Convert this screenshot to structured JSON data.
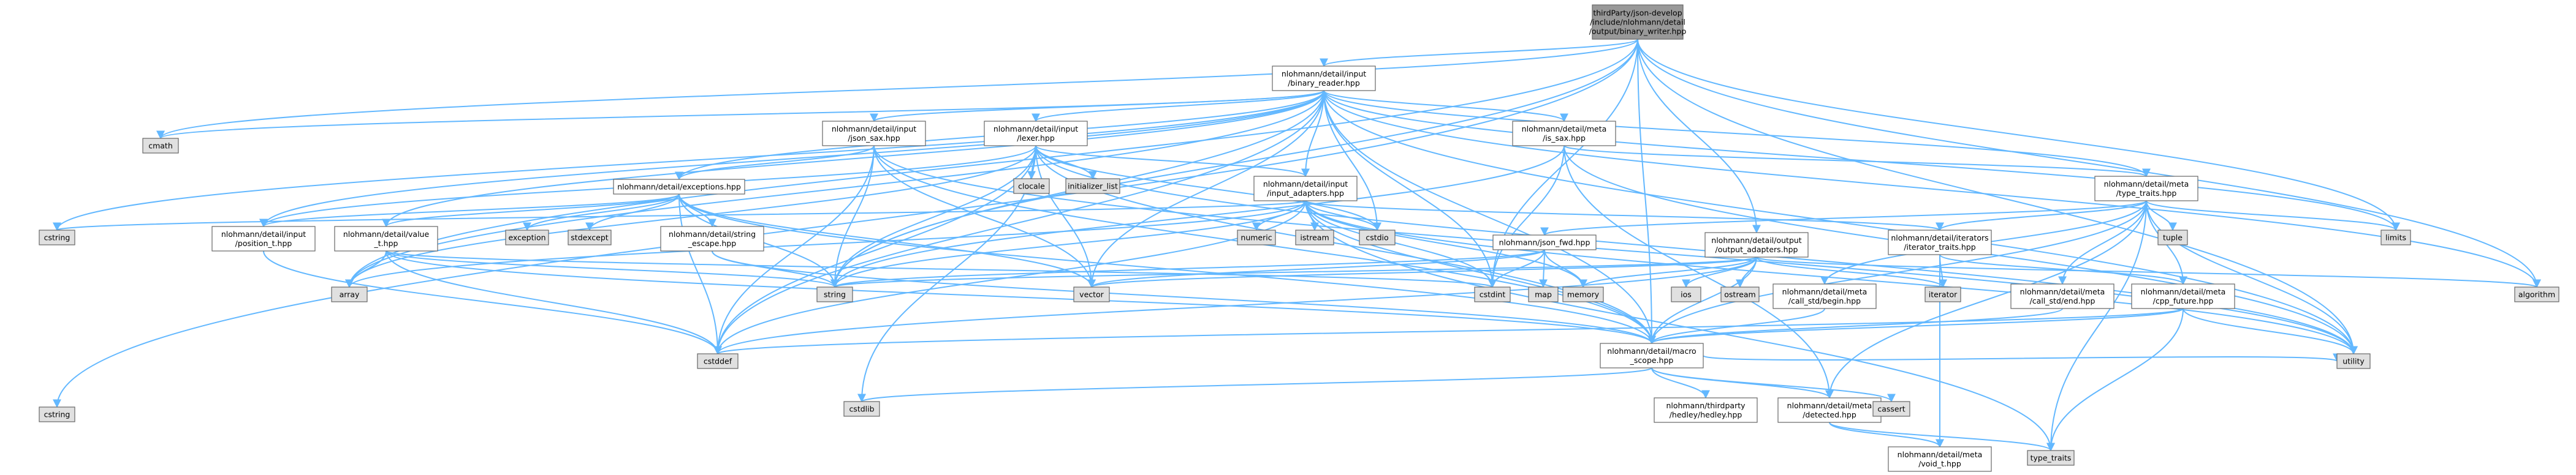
{
  "colors": {
    "edge": "#63b8ff",
    "node_fill": "#ffffff",
    "system_fill": "#e0e0e0",
    "root_fill": "#999999",
    "border": "#666666"
  },
  "nodes": [
    {
      "id": "root",
      "lines": [
        "thirdParty/json-develop",
        "/include/nlohmann/detail",
        "/output/binary_writer.hpp"
      ],
      "kind": "root"
    },
    {
      "id": "binary_reader",
      "lines": [
        "nlohmann/detail/input",
        "/binary_reader.hpp"
      ],
      "kind": "file"
    },
    {
      "id": "cmath",
      "lines": [
        "cmath"
      ],
      "kind": "system"
    },
    {
      "id": "cstring",
      "lines": [
        "cstring"
      ],
      "kind": "system"
    },
    {
      "id": "json_sax",
      "lines": [
        "nlohmann/detail/input",
        "/json_sax.hpp"
      ],
      "kind": "file"
    },
    {
      "id": "lexer",
      "lines": [
        "nlohmann/detail/input",
        "/lexer.hpp"
      ],
      "kind": "file"
    },
    {
      "id": "is_sax",
      "lines": [
        "nlohmann/detail/meta",
        "/is_sax.hpp"
      ],
      "kind": "file"
    },
    {
      "id": "exceptions",
      "lines": [
        "nlohmann/detail/exceptions.hpp"
      ],
      "kind": "file"
    },
    {
      "id": "clocale",
      "lines": [
        "clocale"
      ],
      "kind": "system"
    },
    {
      "id": "initializer_list",
      "lines": [
        "initializer_list"
      ],
      "kind": "system"
    },
    {
      "id": "input_adapters",
      "lines": [
        "nlohmann/detail/input",
        "/input_adapters.hpp"
      ],
      "kind": "file"
    },
    {
      "id": "type_traits_hpp",
      "lines": [
        "nlohmann/detail/meta",
        "/type_traits.hpp"
      ],
      "kind": "file"
    },
    {
      "id": "cstring2",
      "lines": [
        "cstring"
      ],
      "kind": "system"
    },
    {
      "id": "position_t",
      "lines": [
        "nlohmann/detail/input",
        "/position_t.hpp"
      ],
      "kind": "file"
    },
    {
      "id": "value_t",
      "lines": [
        "nlohmann/detail/value",
        "_t.hpp"
      ],
      "kind": "file"
    },
    {
      "id": "exception",
      "lines": [
        "exception"
      ],
      "kind": "system"
    },
    {
      "id": "stdexcept",
      "lines": [
        "stdexcept"
      ],
      "kind": "system"
    },
    {
      "id": "string_escape",
      "lines": [
        "nlohmann/detail/string",
        "_escape.hpp"
      ],
      "kind": "file"
    },
    {
      "id": "numeric",
      "lines": [
        "numeric"
      ],
      "kind": "system"
    },
    {
      "id": "istream",
      "lines": [
        "istream"
      ],
      "kind": "system"
    },
    {
      "id": "cstdio",
      "lines": [
        "cstdio"
      ],
      "kind": "system"
    },
    {
      "id": "json_fwd",
      "lines": [
        "nlohmann/json_fwd.hpp"
      ],
      "kind": "file"
    },
    {
      "id": "output_adapters",
      "lines": [
        "nlohmann/detail/output",
        "/output_adapters.hpp"
      ],
      "kind": "file"
    },
    {
      "id": "iterator_traits",
      "lines": [
        "nlohmann/detail/iterators",
        "/iterator_traits.hpp"
      ],
      "kind": "file"
    },
    {
      "id": "tuple",
      "lines": [
        "tuple"
      ],
      "kind": "system"
    },
    {
      "id": "limits",
      "lines": [
        "limits"
      ],
      "kind": "system"
    },
    {
      "id": "array",
      "lines": [
        "array"
      ],
      "kind": "system"
    },
    {
      "id": "string",
      "lines": [
        "string"
      ],
      "kind": "system"
    },
    {
      "id": "vector",
      "lines": [
        "vector"
      ],
      "kind": "system"
    },
    {
      "id": "cstdint",
      "lines": [
        "cstdint"
      ],
      "kind": "system"
    },
    {
      "id": "map",
      "lines": [
        "map"
      ],
      "kind": "system"
    },
    {
      "id": "memory",
      "lines": [
        "memory"
      ],
      "kind": "system"
    },
    {
      "id": "ios",
      "lines": [
        "ios"
      ],
      "kind": "system"
    },
    {
      "id": "ostream",
      "lines": [
        "ostream"
      ],
      "kind": "system"
    },
    {
      "id": "call_std_begin",
      "lines": [
        "nlohmann/detail/meta",
        "/call_std/begin.hpp"
      ],
      "kind": "file"
    },
    {
      "id": "iterator",
      "lines": [
        "iterator"
      ],
      "kind": "system"
    },
    {
      "id": "call_std_end",
      "lines": [
        "nlohmann/detail/meta",
        "/call_std/end.hpp"
      ],
      "kind": "file"
    },
    {
      "id": "cpp_future",
      "lines": [
        "nlohmann/detail/meta",
        "/cpp_future.hpp"
      ],
      "kind": "file"
    },
    {
      "id": "algorithm",
      "lines": [
        "algorithm"
      ],
      "kind": "system"
    },
    {
      "id": "cstddef",
      "lines": [
        "cstddef"
      ],
      "kind": "system"
    },
    {
      "id": "macro_scope",
      "lines": [
        "nlohmann/detail/macro",
        "_scope.hpp"
      ],
      "kind": "file"
    },
    {
      "id": "utility",
      "lines": [
        "utility"
      ],
      "kind": "system"
    },
    {
      "id": "cstdlib",
      "lines": [
        "cstdlib"
      ],
      "kind": "system"
    },
    {
      "id": "hedley",
      "lines": [
        "nlohmann/thirdparty",
        "/hedley/hedley.hpp"
      ],
      "kind": "file"
    },
    {
      "id": "detected",
      "lines": [
        "nlohmann/detail/meta",
        "/detected.hpp"
      ],
      "kind": "file"
    },
    {
      "id": "cassert",
      "lines": [
        "cassert"
      ],
      "kind": "system"
    },
    {
      "id": "void_t",
      "lines": [
        "nlohmann/detail/meta",
        "/void_t.hpp"
      ],
      "kind": "file"
    },
    {
      "id": "type_traits_sys",
      "lines": [
        "type_traits"
      ],
      "kind": "system"
    }
  ],
  "edges": [
    [
      "root",
      "binary_reader"
    ],
    [
      "root",
      "output_adapters"
    ],
    [
      "root",
      "cmath"
    ],
    [
      "root",
      "cstring"
    ],
    [
      "root",
      "array"
    ],
    [
      "root",
      "string"
    ],
    [
      "root",
      "cstdint"
    ],
    [
      "root",
      "limits"
    ],
    [
      "root",
      "algorithm"
    ],
    [
      "root",
      "utility"
    ],
    [
      "root",
      "macro_scope"
    ],
    [
      "binary_reader",
      "cmath"
    ],
    [
      "binary_reader",
      "cstring2"
    ],
    [
      "binary_reader",
      "json_sax"
    ],
    [
      "binary_reader",
      "lexer"
    ],
    [
      "binary_reader",
      "is_sax"
    ],
    [
      "binary_reader",
      "exceptions"
    ],
    [
      "binary_reader",
      "input_adapters"
    ],
    [
      "binary_reader",
      "type_traits_hpp"
    ],
    [
      "binary_reader",
      "value_t"
    ],
    [
      "binary_reader",
      "position_t"
    ],
    [
      "binary_reader",
      "array"
    ],
    [
      "binary_reader",
      "string"
    ],
    [
      "binary_reader",
      "vector"
    ],
    [
      "binary_reader",
      "cstdint"
    ],
    [
      "binary_reader",
      "cstdio"
    ],
    [
      "binary_reader",
      "cstddef"
    ],
    [
      "binary_reader",
      "macro_scope"
    ],
    [
      "binary_reader",
      "limits"
    ],
    [
      "binary_reader",
      "algorithm"
    ],
    [
      "binary_reader",
      "utility"
    ],
    [
      "json_sax",
      "exceptions"
    ],
    [
      "json_sax",
      "string"
    ],
    [
      "json_sax",
      "vector"
    ],
    [
      "json_sax",
      "cstddef"
    ],
    [
      "json_sax",
      "utility"
    ],
    [
      "json_sax",
      "macro_scope"
    ],
    [
      "lexer",
      "clocale"
    ],
    [
      "lexer",
      "initializer_list"
    ],
    [
      "lexer",
      "input_adapters"
    ],
    [
      "lexer",
      "position_t"
    ],
    [
      "lexer",
      "array"
    ],
    [
      "lexer",
      "string"
    ],
    [
      "lexer",
      "vector"
    ],
    [
      "lexer",
      "cstdio"
    ],
    [
      "lexer",
      "cstddef"
    ],
    [
      "lexer",
      "utility"
    ],
    [
      "lexer",
      "macro_scope"
    ],
    [
      "lexer",
      "cstdlib"
    ],
    [
      "is_sax",
      "detected"
    ],
    [
      "is_sax",
      "type_traits_hpp"
    ],
    [
      "is_sax",
      "cstdint"
    ],
    [
      "is_sax",
      "utility"
    ],
    [
      "is_sax",
      "string"
    ],
    [
      "exceptions",
      "exception"
    ],
    [
      "exceptions",
      "stdexcept"
    ],
    [
      "exceptions",
      "string_escape"
    ],
    [
      "exceptions",
      "value_t"
    ],
    [
      "exceptions",
      "position_t"
    ],
    [
      "exceptions",
      "string"
    ],
    [
      "exceptions",
      "vector"
    ],
    [
      "exceptions",
      "cstddef"
    ],
    [
      "exceptions",
      "macro_scope"
    ],
    [
      "input_adapters",
      "numeric"
    ],
    [
      "input_adapters",
      "istream"
    ],
    [
      "input_adapters",
      "cstdio"
    ],
    [
      "input_adapters",
      "iterator_traits"
    ],
    [
      "input_adapters",
      "cstring2"
    ],
    [
      "input_adapters",
      "array"
    ],
    [
      "input_adapters",
      "string"
    ],
    [
      "input_adapters",
      "memory"
    ],
    [
      "input_adapters",
      "cstdint"
    ],
    [
      "input_adapters",
      "cstddef"
    ],
    [
      "input_adapters",
      "utility"
    ],
    [
      "input_adapters",
      "macro_scope"
    ],
    [
      "input_adapters",
      "type_traits_sys"
    ],
    [
      "type_traits_hpp",
      "tuple"
    ],
    [
      "type_traits_hpp",
      "limits"
    ],
    [
      "type_traits_hpp",
      "iterator_traits"
    ],
    [
      "type_traits_hpp",
      "call_std_begin"
    ],
    [
      "type_traits_hpp",
      "call_std_end"
    ],
    [
      "type_traits_hpp",
      "cpp_future"
    ],
    [
      "type_traits_hpp",
      "detected"
    ],
    [
      "type_traits_hpp",
      "json_fwd"
    ],
    [
      "type_traits_hpp",
      "macro_scope"
    ],
    [
      "type_traits_hpp",
      "utility"
    ],
    [
      "type_traits_hpp",
      "type_traits_sys"
    ],
    [
      "position_t",
      "cstddef"
    ],
    [
      "value_t",
      "array"
    ],
    [
      "value_t",
      "string"
    ],
    [
      "value_t",
      "cstdint"
    ],
    [
      "value_t",
      "cstddef"
    ],
    [
      "value_t",
      "macro_scope"
    ],
    [
      "string_escape",
      "string"
    ],
    [
      "string_escape",
      "macro_scope"
    ],
    [
      "json_fwd",
      "cstdint"
    ],
    [
      "json_fwd",
      "map"
    ],
    [
      "json_fwd",
      "memory"
    ],
    [
      "json_fwd",
      "string"
    ],
    [
      "json_fwd",
      "vector"
    ],
    [
      "output_adapters",
      "algorithm"
    ],
    [
      "output_adapters",
      "cstddef"
    ],
    [
      "output_adapters",
      "iterator"
    ],
    [
      "output_adapters",
      "memory"
    ],
    [
      "output_adapters",
      "ios"
    ],
    [
      "output_adapters",
      "ostream"
    ],
    [
      "output_adapters",
      "string"
    ],
    [
      "output_adapters",
      "vector"
    ],
    [
      "output_adapters",
      "macro_scope"
    ],
    [
      "iterator_traits",
      "iterator"
    ],
    [
      "iterator_traits",
      "void_t"
    ],
    [
      "iterator_traits",
      "cpp_future"
    ],
    [
      "call_std_begin",
      "macro_scope"
    ],
    [
      "call_std_end",
      "macro_scope"
    ],
    [
      "cpp_future",
      "cstddef"
    ],
    [
      "cpp_future",
      "type_traits_sys"
    ],
    [
      "cpp_future",
      "utility"
    ],
    [
      "cpp_future",
      "macro_scope"
    ],
    [
      "macro_scope",
      "utility"
    ],
    [
      "macro_scope",
      "cstdlib"
    ],
    [
      "macro_scope",
      "hedley"
    ],
    [
      "macro_scope",
      "detected"
    ],
    [
      "macro_scope",
      "cassert"
    ],
    [
      "detected",
      "type_traits_sys"
    ],
    [
      "detected",
      "void_t"
    ]
  ]
}
